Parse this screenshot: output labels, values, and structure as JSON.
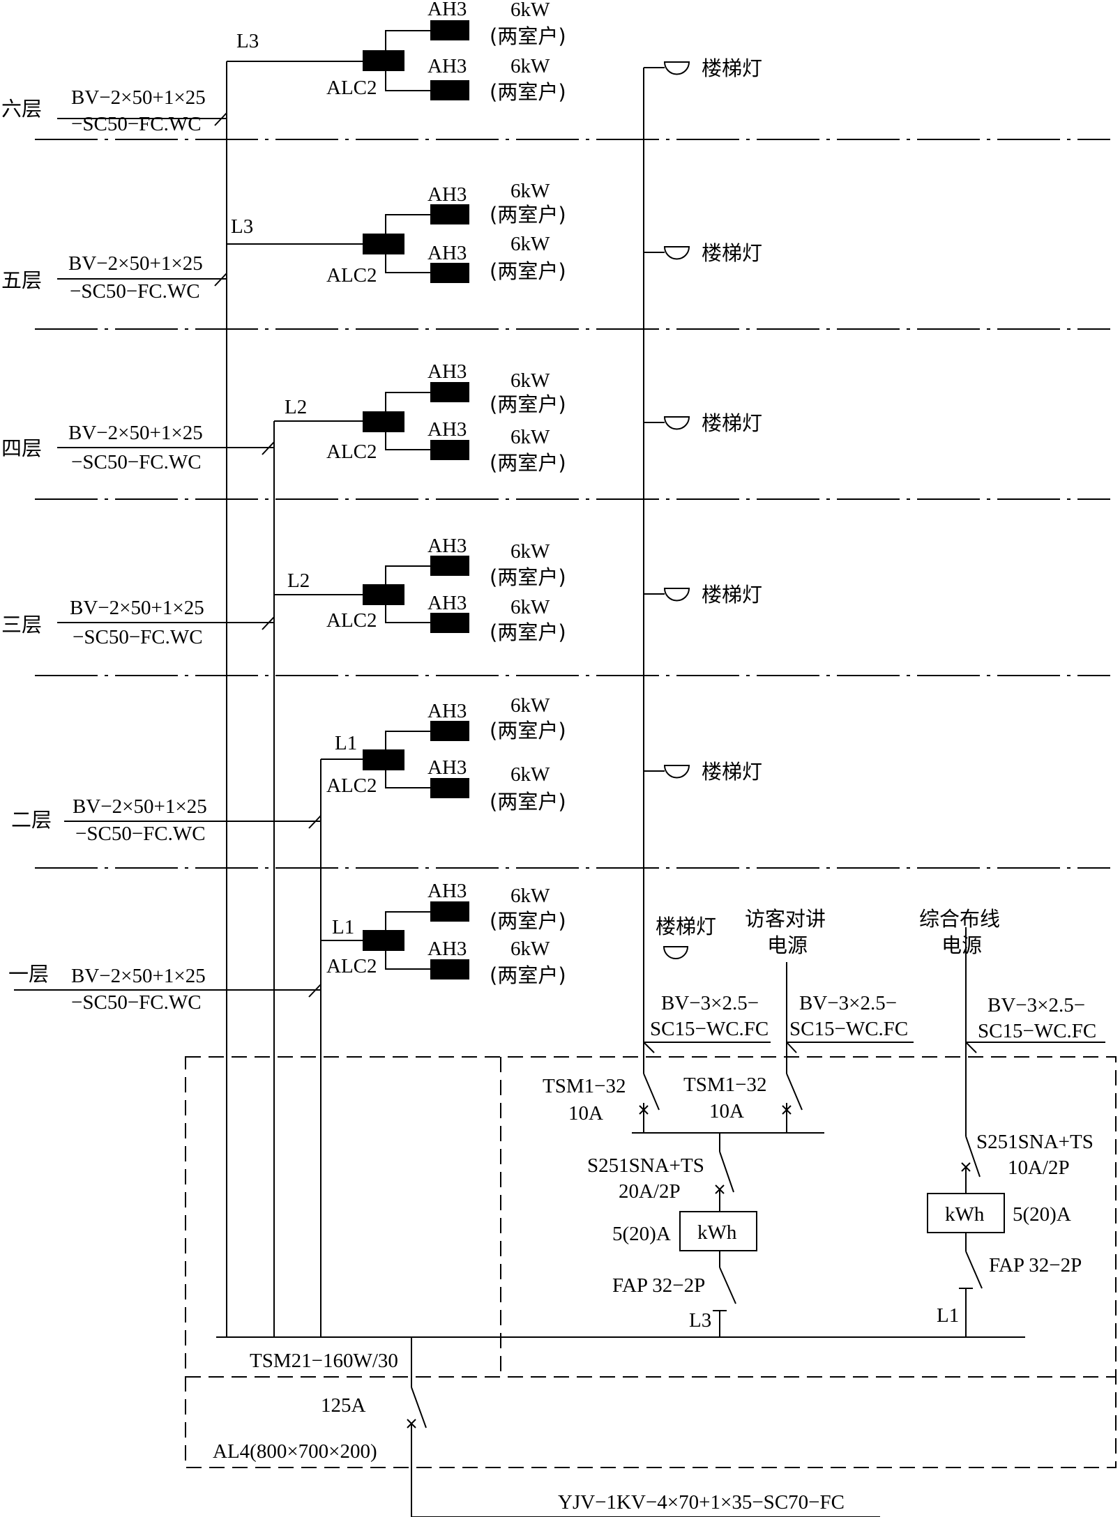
{
  "labels": {
    "wire_bv_1": "BV−2×50+1×25",
    "wire_sc_2": "−SC50−FC.WC",
    "ah3": "AH3",
    "alc2": "ALC2",
    "kw": "6kW",
    "households": "(两室户)",
    "stair_light": "楼梯灯"
  },
  "floors": [
    {
      "name": "六层",
      "riser": "L3"
    },
    {
      "name": "五层",
      "riser": "L3"
    },
    {
      "name": "四层",
      "riser": "L2"
    },
    {
      "name": "三层",
      "riser": "L2"
    },
    {
      "name": "二层",
      "riser": "L1"
    },
    {
      "name": "一层",
      "riser": "L1"
    }
  ],
  "outgoing": {
    "stair_cable_1": "BV−3×2.5−",
    "stair_cable_2": "SC15−WC.FC",
    "intercom_cable_1": "BV−3×2.5−",
    "intercom_cable_2": "SC15−WC.FC",
    "cabling_cable_1": "BV−3×2.5−",
    "cabling_cable_2": "SC15−WC.FC",
    "intercom_title_1": "访客对讲",
    "intercom_title_2": "电源",
    "cabling_title_1": "综合布线",
    "cabling_title_2": "电源"
  },
  "panel": {
    "tsm1_model": "TSM1−32",
    "tsm1_rating": "10A",
    "tsm2_model": "TSM1−32",
    "tsm2_rating": "10A",
    "s251_left_model": "S251SNA+TS",
    "s251_left_rating": "20A/2P",
    "meter_left_rating": "5(20)A",
    "meter_left_label": "kWh",
    "fap_left": "FAP 32−2P",
    "phase_left": "L3",
    "s251_right_model": "S251SNA+TS",
    "s251_right_rating": "10A/2P",
    "meter_right_label": "kWh",
    "meter_right_rating": "5(20)A",
    "fap_right": "FAP 32−2P",
    "phase_right": "L1",
    "main_switch": "TSM21−160W/30",
    "main_rating": "125A",
    "box_name": "AL4(800×700×200)",
    "incoming_cable": "YJV−1KV−4×70+1×35−SC70−FC"
  }
}
